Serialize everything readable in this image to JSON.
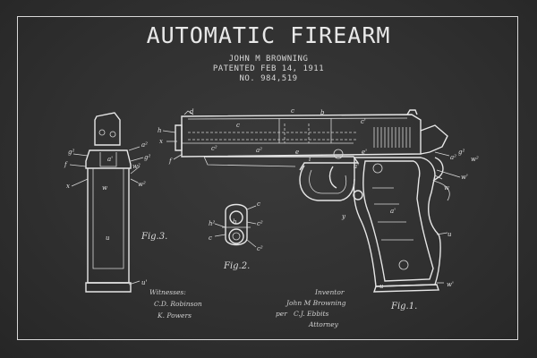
{
  "title": "AUTOMATIC FIREARM",
  "inventor_line": "JOHN M BROWNING",
  "patent_date": "PATENTED FEB 14, 1911",
  "patent_number": "NO. 984,519",
  "figure_labels": {
    "fig1": "Fig.1.",
    "fig2": "Fig.2.",
    "fig3": "Fig.3."
  },
  "witnesses": {
    "heading": "Witnesses:",
    "sig1": "C.D. Robinson",
    "sig2": "K. Powers"
  },
  "inventor": {
    "heading": "Inventor",
    "sig": "John M Browning",
    "per": "per",
    "attorney_sig": "C.J. Ebbits",
    "attorney": "Attorney"
  },
  "colors": {
    "background": "#2e2e2e",
    "ink": "#e6e6e6"
  }
}
